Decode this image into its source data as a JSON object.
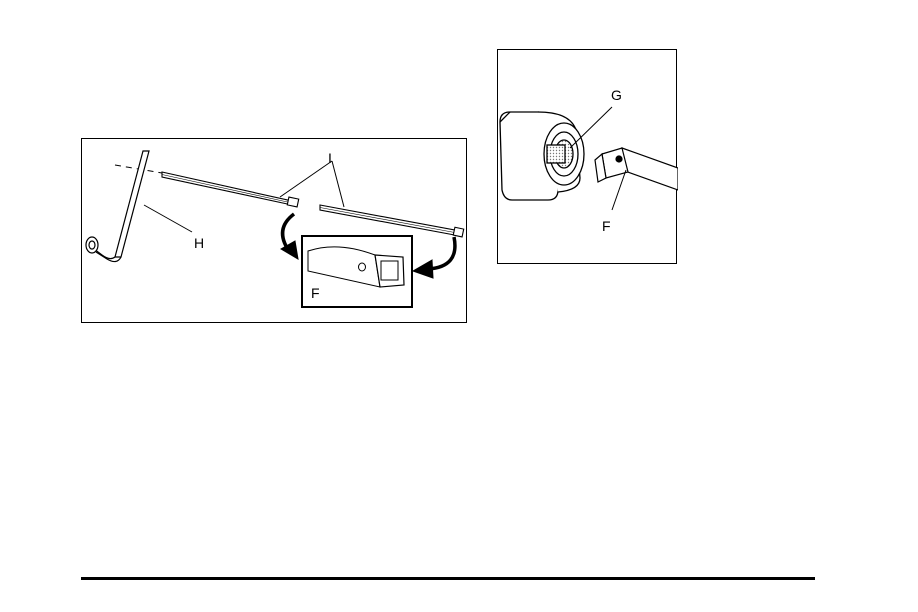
{
  "figure_left": {
    "callouts": {
      "rods": "I",
      "wrench": "H",
      "rod_end": "F"
    }
  },
  "figure_right": {
    "callouts": {
      "hoist_shaft": "G",
      "rod_end": "F"
    }
  }
}
